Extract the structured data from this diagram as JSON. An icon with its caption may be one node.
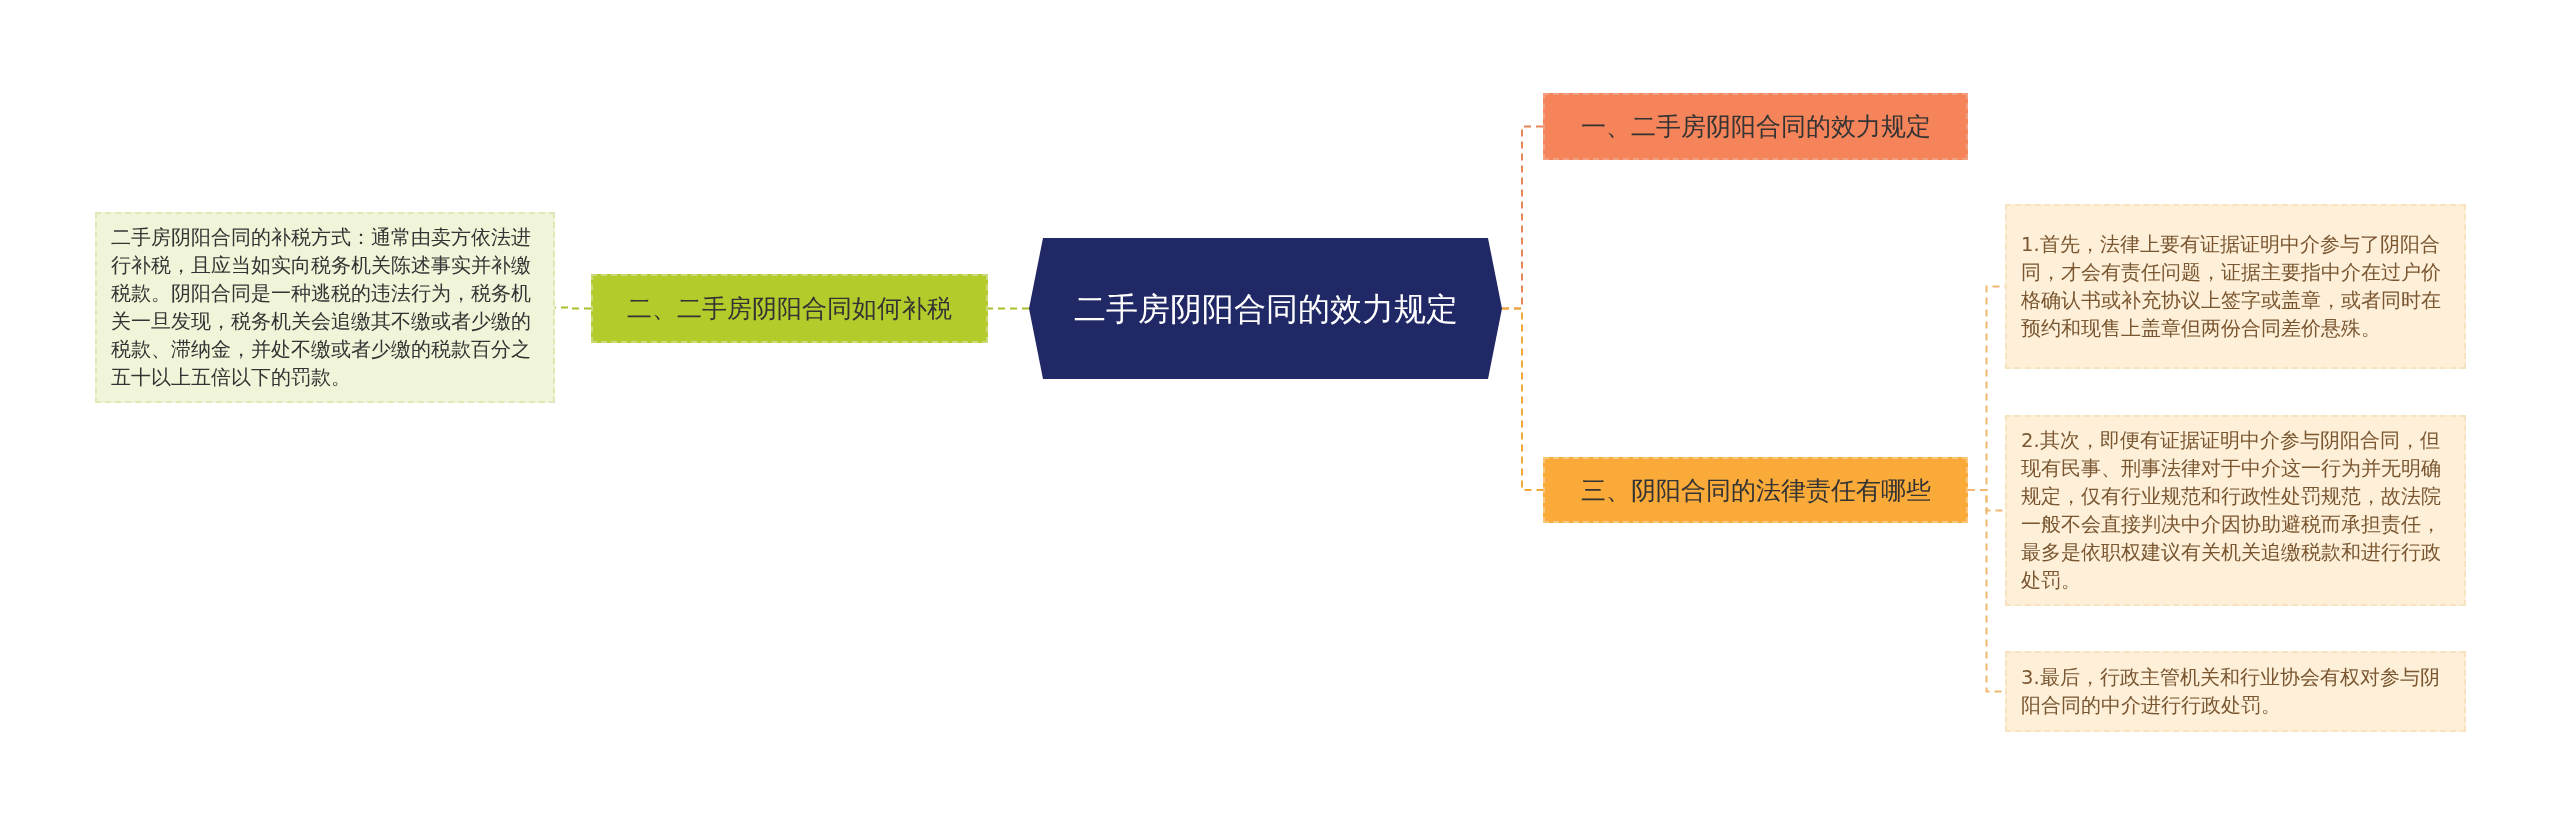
{
  "diagram": {
    "nodes": [
      {
        "text": [
          "二手房阴阳合同的效力规定"
        ]
      },
      {
        "text": [
          "一、二手房阴阳合同的效力规定"
        ]
      },
      {
        "text": [
          "二、二手房阴阳合同如何补税"
        ]
      },
      {
        "text": [
          "二手房阴阳合同的补税方式：通常由卖方依法进行补税，且应当如实向税务机关陈述事实并补缴税款。阴阳合同是一种逃税的违法行为，税务机关一旦发现，税务机关会追缴其不缴或者少缴的税款、滞纳金，并处不缴或者少缴的税款百分之五十以上五倍以下的罚款。"
        ]
      },
      {
        "text": [
          "三、阴阳合同的法律责任有哪些"
        ]
      },
      {
        "text": [
          "1.首先，法律上要有证据证明中介参与了阴阳合同，才会有责任问题，证据主要指中介在过户价格确认书或补充协议上签字或盖章，或者同时在预约和现售上盖章但两份合同差价悬殊。"
        ]
      },
      {
        "text": [
          "2.其次，即便有证据证明中介参与阴阳合同，但现有民事、刑事法律对于中介这一行为并无明确规定，仅有行业规范和行政性处罚规范，故法院一般不会直接判决中介因协助避税而承担责任，最多是依职权建议有关机关追缴税款和进行行政处罚。"
        ]
      },
      {
        "text": [
          "3.最后，行政主管机关和行业协会有权对参与阴阳合同的中介进行行政处罚。"
        ]
      }
    ],
    "edges": [
      {
        "from": 0,
        "to": 1,
        "arrow": "none",
        "color": "#e8845a"
      },
      {
        "from": 0,
        "to": 2,
        "arrow": "none",
        "color": "#a9c02a"
      },
      {
        "from": 0,
        "to": 4,
        "arrow": "none",
        "color": "#f0a83a"
      },
      {
        "from": 2,
        "to": 3,
        "arrow": "none",
        "color": "#a9c02a"
      },
      {
        "from": 4,
        "to": 5,
        "arrow": "none",
        "color": "#f0b870"
      },
      {
        "from": 4,
        "to": 6,
        "arrow": "none",
        "color": "#f0b870"
      },
      {
        "from": 4,
        "to": 7,
        "arrow": "none",
        "color": "#f0b870"
      }
    ]
  }
}
